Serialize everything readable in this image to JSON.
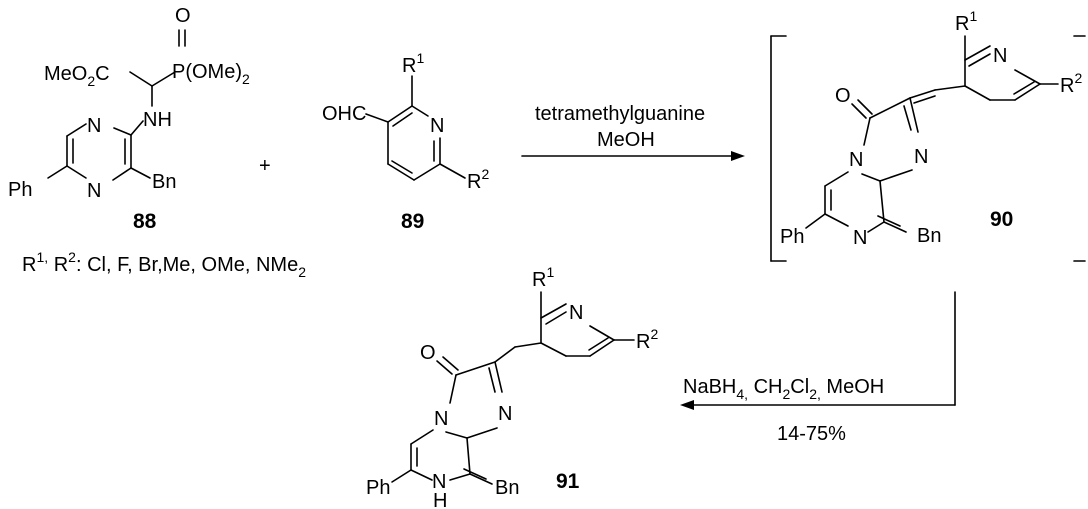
{
  "compounds": {
    "c88": "88",
    "c89": "89",
    "c90": "90",
    "c91": "91"
  },
  "substituents": {
    "r1r2_prefix": "R",
    "r1r2_values": ": Cl, F, Br,Me, OMe, NMe"
  },
  "step1": {
    "reagent": "tetramethylguanine",
    "solvent": "MeOH"
  },
  "step2": {
    "reagents_prefix": "NaBH",
    "yield": "14-75%"
  },
  "colors": {
    "ink": "#000000",
    "background": "#ffffff"
  }
}
